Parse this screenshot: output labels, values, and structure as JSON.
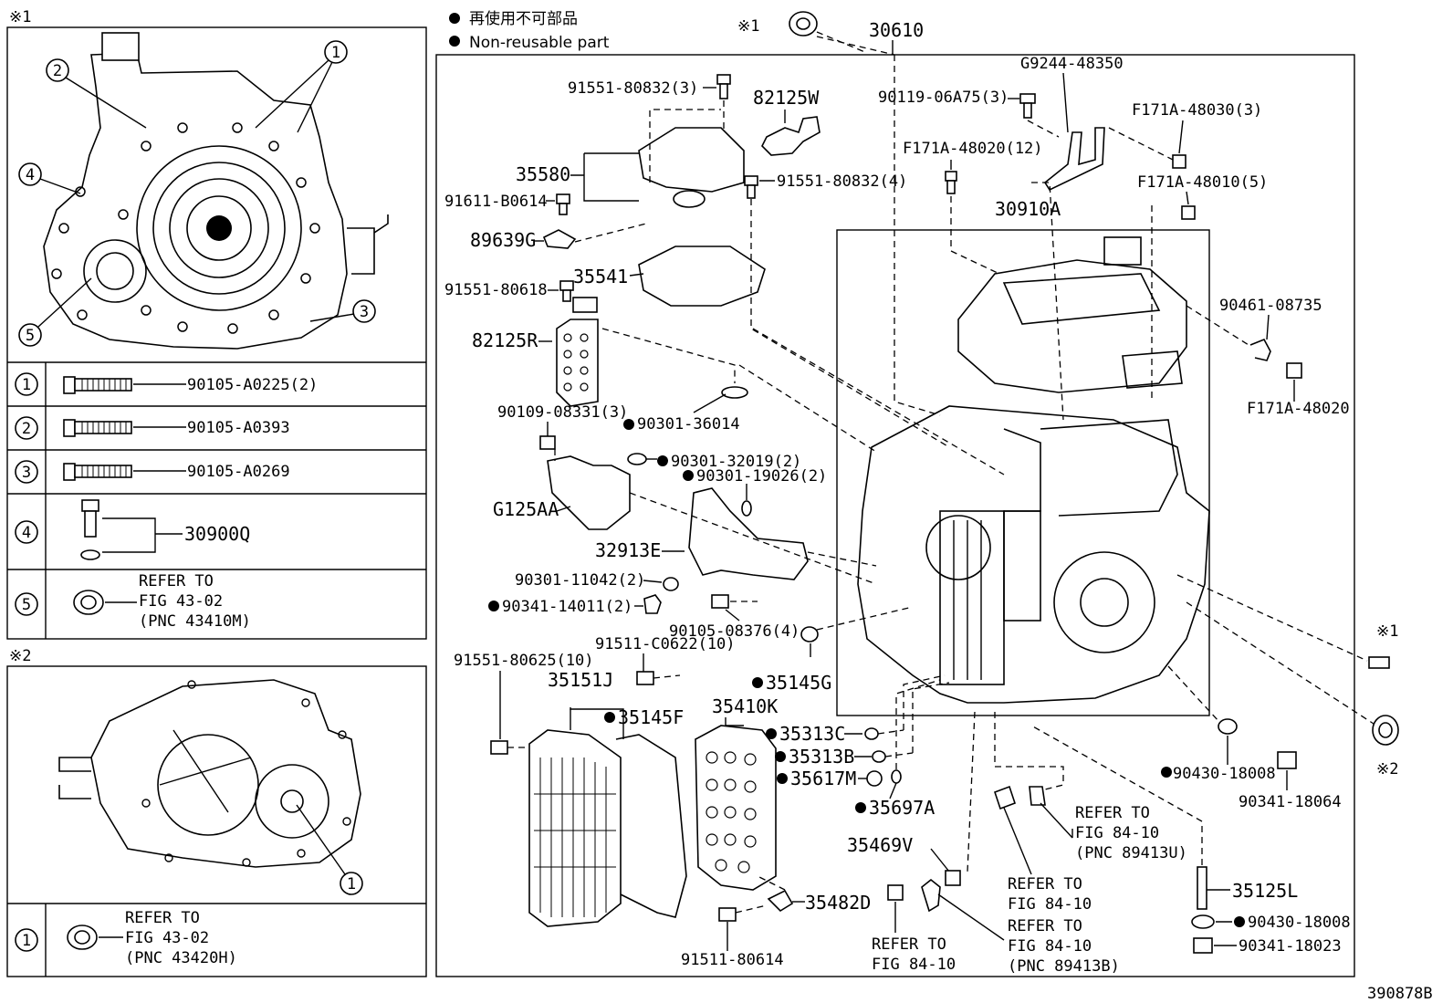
{
  "legend": {
    "line1": "再使用不可部品",
    "line2": "Non-reusable part"
  },
  "markers": {
    "ref1": "※1",
    "ref2": "※2"
  },
  "inset1": {
    "rows": [
      {
        "num": "1",
        "part": "90105-A0225(2)"
      },
      {
        "num": "2",
        "part": "90105-A0393"
      },
      {
        "num": "3",
        "part": "90105-A0269"
      },
      {
        "num": "4",
        "part": "30900Q"
      },
      {
        "num": "5",
        "ref1": "REFER TO",
        "ref2": "FIG 43-02",
        "ref3": "(PNC 43410M)"
      }
    ]
  },
  "inset2": {
    "rows": [
      {
        "num": "1",
        "ref1": "REFER TO",
        "ref2": "FIG 43-02",
        "ref3": "(PNC 43420H)"
      }
    ]
  },
  "callouts": {
    "c1": "1",
    "c2": "2",
    "c3": "3",
    "c4": "4",
    "c5": "5"
  },
  "parts": {
    "p30610": "30610",
    "p91551_80832_3": "91551-80832(3)",
    "p82125W": "82125W",
    "p35580": "35580",
    "p91551_80832_4": "91551-80832(4)",
    "p91611_B0614": "91611-B0614",
    "p89639G": "89639G",
    "p91551_80618": "91551-80618",
    "p35541": "35541",
    "p82125R": "82125R",
    "p90109_08331": "90109-08331(3)",
    "p90301_36014": "90301-36014",
    "p90301_32019": "90301-32019(2)",
    "p90301_19026": "90301-19026(2)",
    "pG125AA": "G125AA",
    "p32913E": "32913E",
    "p90301_11042": "90301-11042(2)",
    "p90341_14011": "90341-14011(2)",
    "p90105_08376": "90105-08376(4)",
    "p91551_80625": "91551-80625(10)",
    "p91511_C0622": "91511-C0622(10)",
    "p35151J": "35151J",
    "p35145G": "35145G",
    "p35145F": "35145F",
    "p35410K": "35410K",
    "p35313C": "35313C",
    "p35313B": "35313B",
    "p35617M": "35617M",
    "p35697A": "35697A",
    "p35469V": "35469V",
    "p35482D": "35482D",
    "p91511_80614": "91511-80614",
    "pG9244": "G9244-48350",
    "p90119": "90119-06A75(3)",
    "pF171A_48030": "F171A-48030(3)",
    "pF171A_48020_12": "F171A-48020(12)",
    "pF171A_48010": "F171A-48010(5)",
    "p30910A": "30910A",
    "p90461": "90461-08735",
    "pF171A_48020": "F171A-48020",
    "p90430_a": "90430-18008",
    "p90341_18064": "90341-18064",
    "p35125L": "35125L",
    "p90430_b": "90430-18008",
    "p90341_18023": "90341-18023"
  },
  "refs": {
    "r1": {
      "a": "REFER TO",
      "b": "FIG 84-10",
      "c": "(PNC 89413U)"
    },
    "r2": {
      "a": "REFER TO",
      "b": "FIG 84-10"
    },
    "r3": {
      "a": "REFER TO",
      "b": "FIG 84-10",
      "c": "(PNC 89413B)"
    },
    "r4": {
      "a": "REFER TO",
      "b": "FIG 84-10"
    }
  },
  "footer": {
    "code": "390878B"
  }
}
